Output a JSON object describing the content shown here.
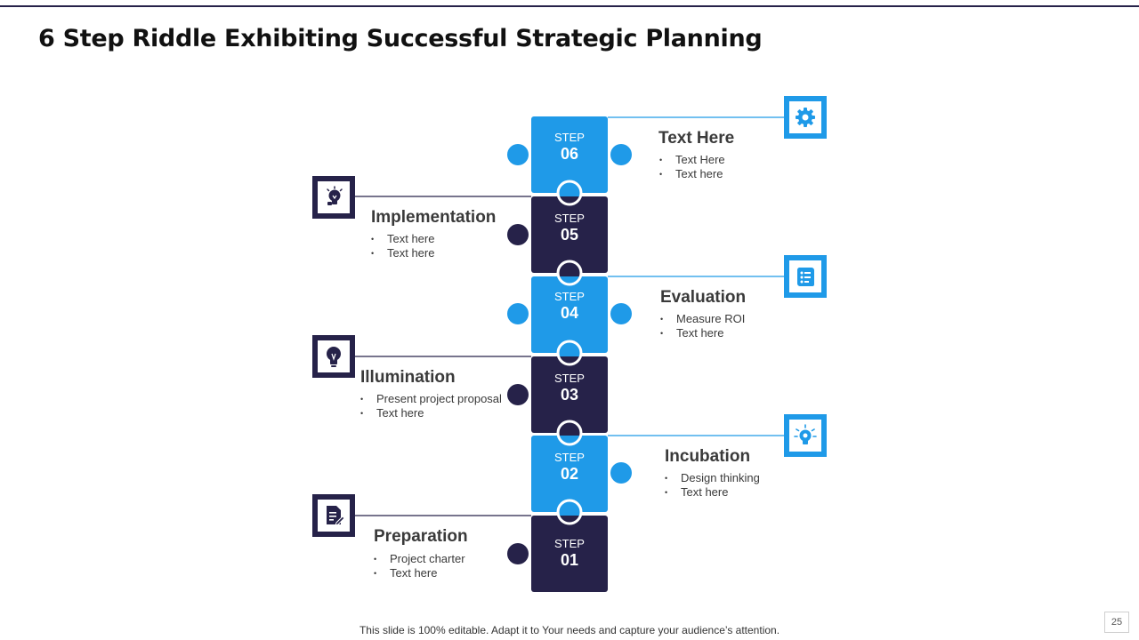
{
  "title": "6 Step Riddle Exhibiting Successful Strategic Planning",
  "colors": {
    "light": "#1f9ae8",
    "dark": "#262249",
    "text": "#3a3a3a"
  },
  "steps": [
    {
      "label": "STEP",
      "number": "06",
      "color": "light",
      "heading": "Text Here",
      "bullets": [
        "Text Here",
        "Text here"
      ],
      "icon": "gear-icon"
    },
    {
      "label": "STEP",
      "number": "05",
      "color": "dark",
      "heading": "Implementation",
      "bullets": [
        "Text here",
        "Text here"
      ],
      "icon": "idea-bulb-icon"
    },
    {
      "label": "STEP",
      "number": "04",
      "color": "light",
      "heading": "Evaluation",
      "bullets": [
        "Measure ROI",
        "Text here"
      ],
      "icon": "checklist-scroll-icon"
    },
    {
      "label": "STEP",
      "number": "03",
      "color": "dark",
      "heading": "Illumination",
      "bullets": [
        "Present project proposal",
        "Text here"
      ],
      "icon": "lightbulb-icon"
    },
    {
      "label": "STEP",
      "number": "02",
      "color": "light",
      "heading": "Incubation",
      "bullets": [
        "Design thinking",
        "Text here"
      ],
      "icon": "bright-bulb-icon"
    },
    {
      "label": "STEP",
      "number": "01",
      "color": "dark",
      "heading": "Preparation",
      "bullets": [
        "Project charter",
        "Text here"
      ],
      "icon": "document-edit-icon"
    }
  ],
  "footer": "This slide is 100% editable. Adapt it to Your needs and capture your audience’s attention.",
  "page_number": "25"
}
